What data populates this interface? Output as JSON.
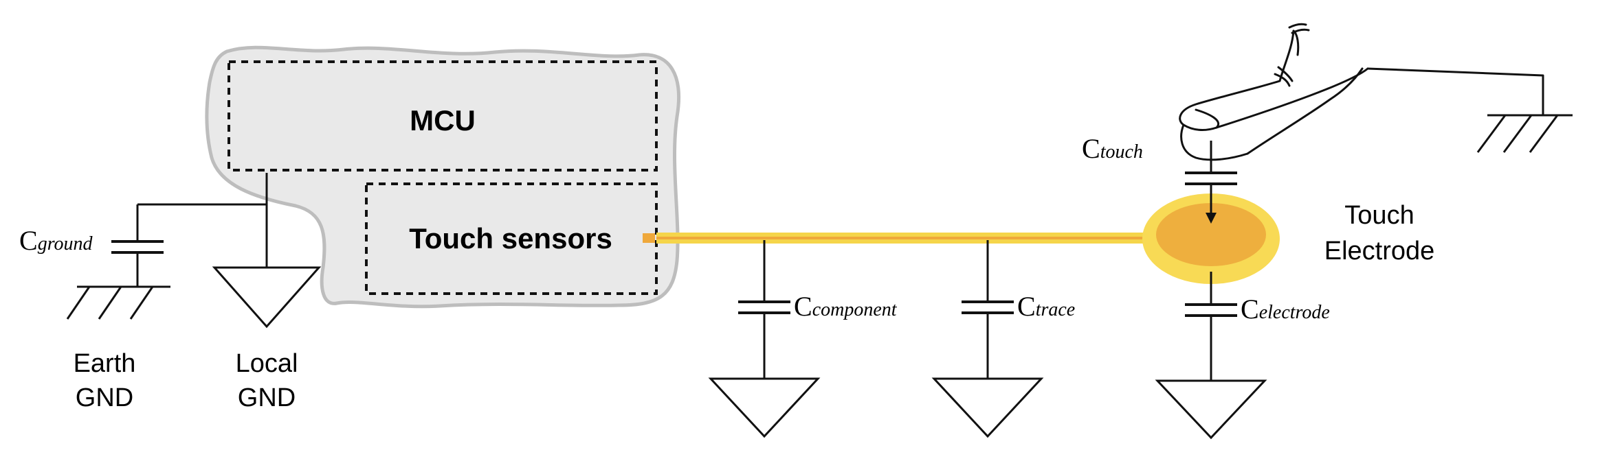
{
  "blocks": {
    "mcu": "MCU",
    "touch_sensors": "Touch sensors"
  },
  "ground_labels": {
    "earth_line1": "Earth",
    "earth_line2": "GND",
    "local_line1": "Local",
    "local_line2": "GND"
  },
  "electrode_label": {
    "line1": "Touch",
    "line2": "Electrode"
  },
  "capacitors": {
    "ground": {
      "C": "C",
      "sub": "ground"
    },
    "component": {
      "C": "C",
      "sub": "component"
    },
    "trace": {
      "C": "C",
      "sub": "trace"
    },
    "electrode": {
      "C": "C",
      "sub": "electrode"
    },
    "touch": {
      "C": "C",
      "sub": "touch"
    }
  },
  "colors": {
    "trace_yellow": "#F5D54A",
    "trace_orange": "#EFA83B",
    "electrode_outer": "#F8DA55",
    "electrode_inner": "#EEAF3E",
    "blob_fill": "#E9E9E9",
    "blob_stroke": "#BDBDBD"
  }
}
